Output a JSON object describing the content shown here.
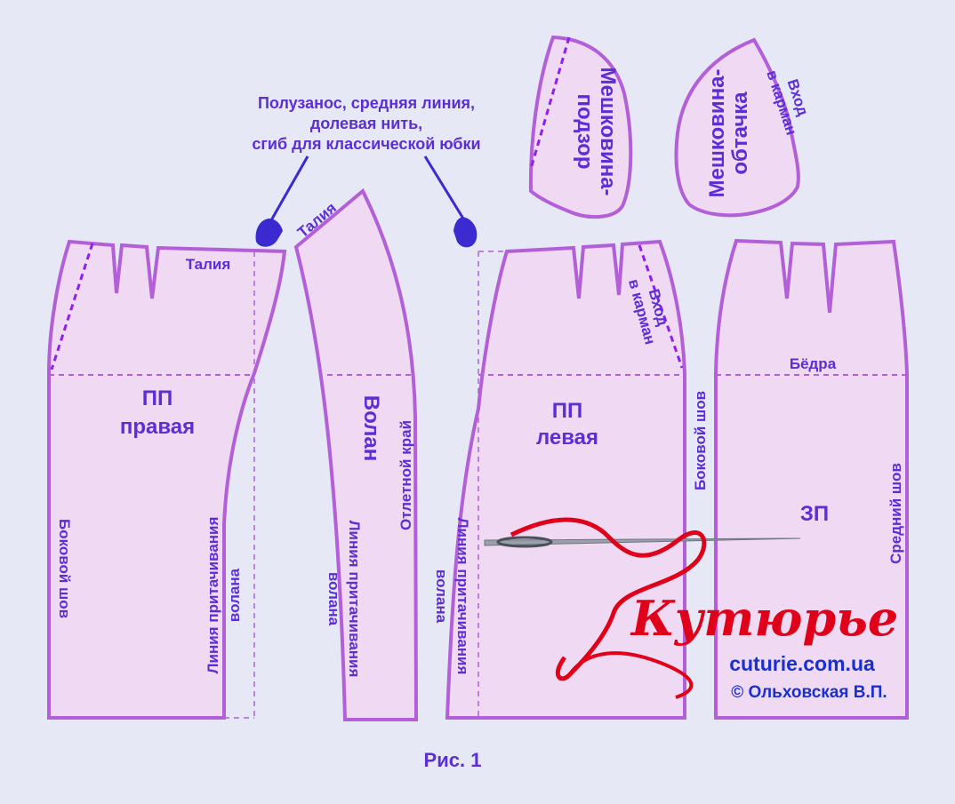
{
  "callout": {
    "line1": "Полузанос, средняя линия,",
    "line2": "долевая нить,",
    "line3": "сгиб для классической юбки"
  },
  "pieces": {
    "pocket_facing": {
      "line1": "Мешковина-",
      "line2": "подзор"
    },
    "pocket_lining": {
      "line1": "Мешковина-",
      "line2": "обтачка",
      "entry1": "Вход",
      "entry2": "в карман"
    },
    "front_right": {
      "waist": "Талия",
      "name1": "ПП",
      "name2": "правая",
      "side_seam": "Боковой шов",
      "attach1": "Линия притачивания",
      "attach2": "волана"
    },
    "flounce": {
      "waist": "Талия",
      "name": "Волан",
      "hem": "Отлетной край",
      "attach1": "Линия притачивания",
      "attach2": "волана"
    },
    "front_left": {
      "name1": "ПП",
      "name2": "левая",
      "attach1": "Линия притачивания",
      "attach2": "волана",
      "entry1": "Вход",
      "entry2": "в карман"
    },
    "back": {
      "side_seam": "Боковой шов",
      "hips": "Бёдра",
      "name": "ЗП",
      "center_seam": "Средний шов"
    }
  },
  "caption": "Рис. 1",
  "logo": {
    "script": "Кутюрье",
    "site": "cuturie.com.ua",
    "copyright": "© Ольховская В.П."
  },
  "colors": {
    "background": "#e6e8f5",
    "piece_fill": "#f0d9f2",
    "outline": "#b25fd8",
    "text": "#5b2ed6",
    "dash": "#8f1ff0",
    "brand_red": "#e0001a",
    "brand_blue": "#1a2fd0"
  },
  "icons": [
    "hand-pointer-icon",
    "needle-thread-icon"
  ]
}
